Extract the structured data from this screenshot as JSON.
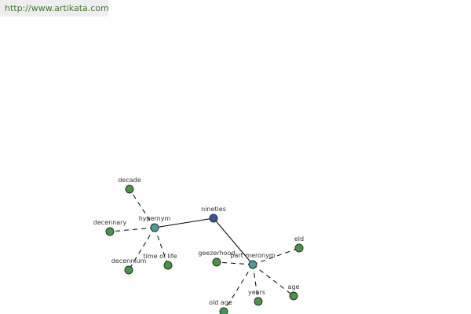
{
  "header": {
    "url_text": "http://www.artikata.com"
  },
  "graph": {
    "colors": {
      "root": "#3f4fa0",
      "relation": "#4f9a9a",
      "leaf": "#4f8f4f"
    },
    "nodes": [
      {
        "id": "nineties",
        "label": "nineties",
        "kind": "root"
      },
      {
        "id": "hypernym",
        "label": "hypernym",
        "kind": "relation"
      },
      {
        "id": "part-meronym",
        "label": "part meronym",
        "kind": "relation"
      },
      {
        "id": "decade",
        "label": "decade",
        "kind": "leaf"
      },
      {
        "id": "decennary",
        "label": "decennary",
        "kind": "leaf"
      },
      {
        "id": "decennium",
        "label": "decennium",
        "kind": "leaf"
      },
      {
        "id": "time-of-life",
        "label": "time of life",
        "kind": "leaf"
      },
      {
        "id": "geezerhood",
        "label": "geezerhood",
        "kind": "leaf"
      },
      {
        "id": "eld",
        "label": "eld",
        "kind": "leaf"
      },
      {
        "id": "age",
        "label": "age",
        "kind": "leaf"
      },
      {
        "id": "years",
        "label": "years",
        "kind": "leaf"
      },
      {
        "id": "old-age",
        "label": "old age",
        "kind": "leaf"
      }
    ],
    "edges": [
      {
        "from": "nineties",
        "to": "hypernym",
        "style": "solid"
      },
      {
        "from": "nineties",
        "to": "part-meronym",
        "style": "solid"
      },
      {
        "from": "hypernym",
        "to": "decade",
        "style": "dashed"
      },
      {
        "from": "hypernym",
        "to": "decennary",
        "style": "dashed"
      },
      {
        "from": "hypernym",
        "to": "decennium",
        "style": "dashed"
      },
      {
        "from": "hypernym",
        "to": "time-of-life",
        "style": "dashed"
      },
      {
        "from": "part-meronym",
        "to": "geezerhood",
        "style": "dashed"
      },
      {
        "from": "part-meronym",
        "to": "eld",
        "style": "dashed"
      },
      {
        "from": "part-meronym",
        "to": "age",
        "style": "dashed"
      },
      {
        "from": "part-meronym",
        "to": "years",
        "style": "dashed"
      },
      {
        "from": "part-meronym",
        "to": "old-age",
        "style": "dashed"
      }
    ]
  }
}
